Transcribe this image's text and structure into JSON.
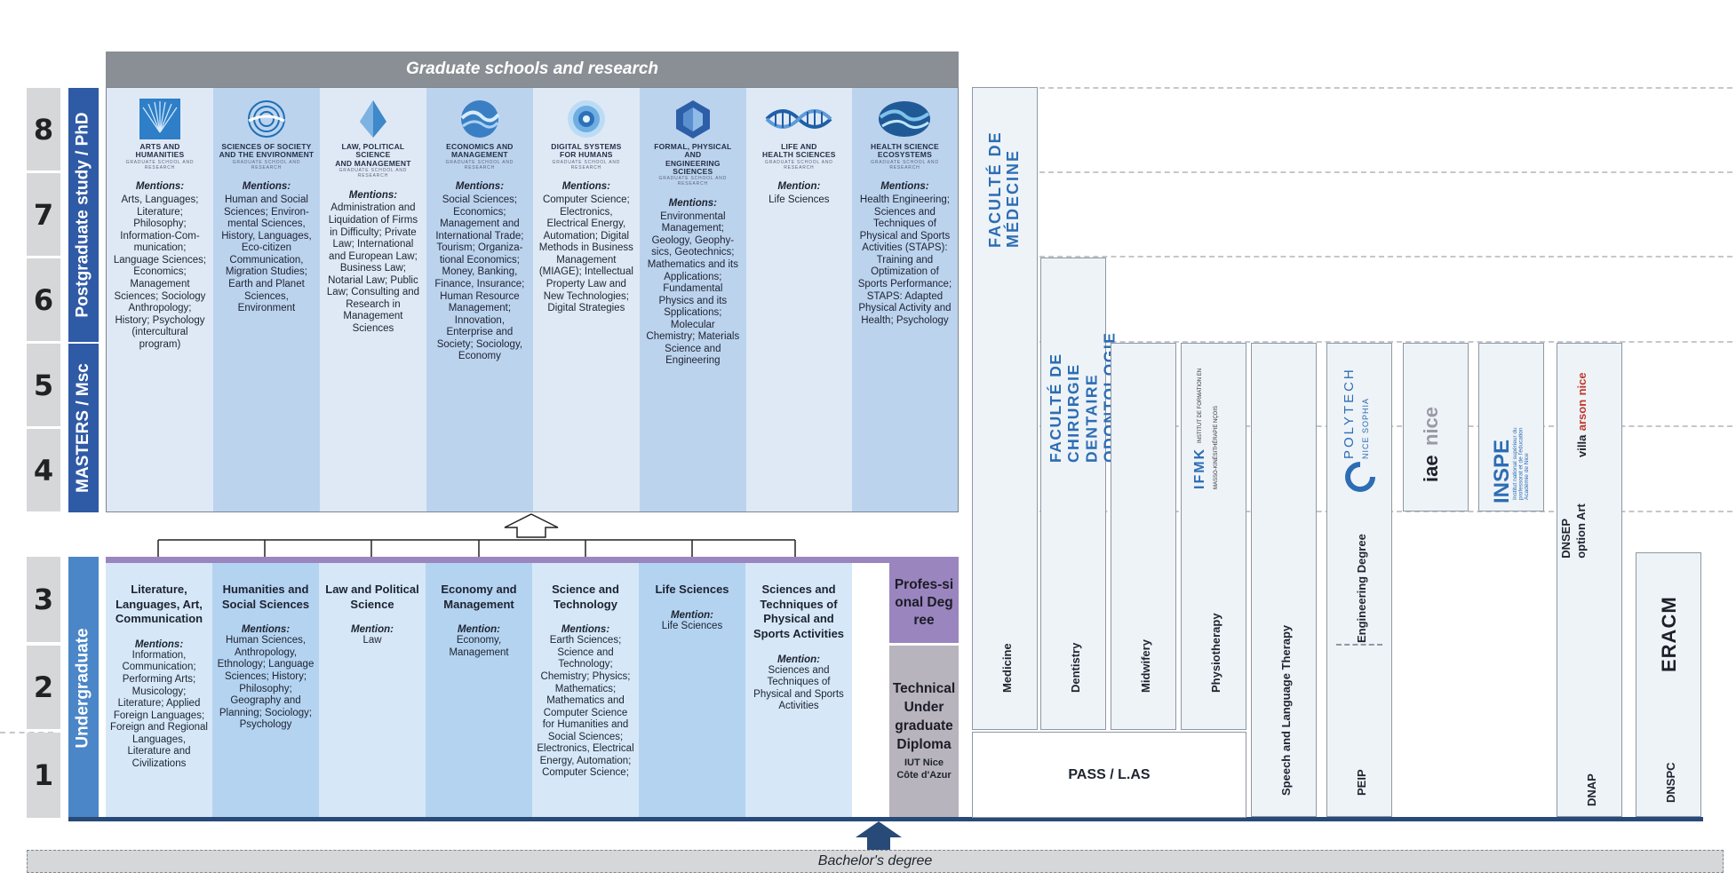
{
  "levels": [
    "8",
    "7",
    "6",
    "5",
    "4",
    "3",
    "2",
    "1"
  ],
  "bands": {
    "phd": "Postgraduate study / PhD",
    "masters": "MASTERS / Msc",
    "undergrad": "Undergraduate"
  },
  "graduate_header": "Graduate schools and research",
  "gs_tagline": "GRADUATE SCHOOL AND RESEARCH",
  "graduate_schools": [
    {
      "name_lines": [
        "ARTS AND",
        "HUMANITIES"
      ],
      "mentions_label": "Mentions:",
      "mentions": "Arts, Languages; Literature; Philosophy; Information-Com-munication; Language Sciences; Economics; Management Sciences; Sociology Anthropology; History; Psychology (intercultural program)"
    },
    {
      "name_lines": [
        "SCIENCES OF SOCIETY",
        "AND THE ENVIRONMENT"
      ],
      "mentions_label": "Mentions:",
      "mentions": "Human and Social Sciences; Environ-mental Sciences, History, Languages, Eco-citizen Communication, Migration Studies; Earth and Planet Sciences, Environment"
    },
    {
      "name_lines": [
        "LAW, POLITICAL SCIENCE",
        "AND MANAGEMENT"
      ],
      "mentions_label": "Mentions:",
      "mentions": "Administration and Liquidation of Firms in Difficulty; Private Law; International and European Law; Business Law; Notarial Law; Public Law; Consulting and Research in Management Sciences"
    },
    {
      "name_lines": [
        "ECONOMICS AND",
        "MANAGEMENT"
      ],
      "mentions_label": "Mentions:",
      "mentions": "Social Sciences; Economics; Management and International Trade; Tourism; Organiza-tional Economics; Money, Banking, Finance, Insurance; Human Resource Management; Innovation, Enterprise and Society; Sociology, Economy"
    },
    {
      "name_lines": [
        "DIGITAL SYSTEMS",
        "FOR HUMANS"
      ],
      "mentions_label": "Mentions:",
      "mentions": "Computer Science; Electronics, Electrical Energy, Automation; Digital Methods in Business Management (MIAGE); Intellectual Property Law and New Technologies; Digital Strategies"
    },
    {
      "name_lines": [
        "FORMAL, PHYSICAL AND",
        "ENGINEERING SCIENCES"
      ],
      "mentions_label": "Mentions:",
      "mentions": "Environmental Management; Geology, Geophy-sics, Geotechnics; Mathematics and its Applications; Fundamental Physics and its Spplications; Molecular Chemistry; Materials Science and Engineering"
    },
    {
      "name_lines": [
        "LIFE AND",
        "HEALTH SCIENCES"
      ],
      "mentions_label": "Mention:",
      "mentions": "Life Sciences"
    },
    {
      "name_lines": [
        "HEALTH SCIENCE",
        "ECOSYSTEMS"
      ],
      "mentions_label": "Mentions:",
      "mentions": "Health Engineering; Sciences and Techniques of Physical and Sports Activities (STAPS): Training and Optimization of Sports Performance; STAPS: Adapted Physical Activity and Health; Psychology"
    }
  ],
  "undergrad_programs": [
    {
      "title": "Literature, Languages, Art, Communication",
      "mentions_label": "Mentions:",
      "mentions": "Information, Communication; Performing Arts; Musicology; Literature; Applied Foreign Languages; Foreign and Regional Languages, Literature and Civilizations"
    },
    {
      "title": "Humanities and Social Sciences",
      "mentions_label": "Mentions:",
      "mentions": "Human Sciences, Anthropology, Ethnology; Language Sciences; History; Philosophy; Geography and Planning; Sociology; Psychology"
    },
    {
      "title": "Law and Political Science",
      "mentions_label": "Mention:",
      "mentions": "Law"
    },
    {
      "title": "Economy and Management",
      "mentions_label": "Mention:",
      "mentions": "Economy, Management"
    },
    {
      "title": "Science and Technology",
      "mentions_label": "Mentions:",
      "mentions": "Earth Sciences; Science and Technology; Chemistry; Physics; Mathematics; Mathematics and Computer Science for Humanities and Social Sciences; Electronics, Electrical Energy, Automation; Computer Science;"
    },
    {
      "title": "Life Sciences",
      "mentions_label": "Mention:",
      "mentions": "Life Sciences"
    },
    {
      "title": "Sciences and Techniques of Physical and Sports Activities",
      "mentions_label": "Mention:",
      "mentions": "Sciences and Techniques of Physical and Sports Activities"
    }
  ],
  "professional_degree": "Profes-sional Degree",
  "technical_diploma": {
    "title": "Technical Under graduate Diploma",
    "sub": "IUT Nice Côte d'Azur"
  },
  "faculties": {
    "medecine": "FACULTÉ DE MÉDECINE",
    "dentaire": "FACULTÉ DE CHIRURGIE DENTAIRE ODONTOLOGIE",
    "ifmk_title": "IFMK",
    "ifmk_sub": "INSTITUT DE FORMATION EN MASSO-KINÉSITHÉRAPIE NÇOIS"
  },
  "program_labels": {
    "medicine": "Medicine",
    "dentistry": "Dentistry",
    "midwifery": "Midwifery",
    "physiotherapy": "Physiotherapy",
    "speech": "Speech and Language Therapy",
    "engineering": "Engineering Degree",
    "peip": "PEIP",
    "dnsep": "DNSEP option Art",
    "dnap": "DNAP",
    "dnspc": "DNSPC",
    "pass": "PASS / L.AS"
  },
  "logos": {
    "polytech": "POLYTECH",
    "polytech_sub": "NICE SOPHIA",
    "iae": "iae",
    "nice": "nice",
    "inspe": "INSPE",
    "inspe_sub": "Institut national supérieur du professorat et de l'éducation Académie de Nice",
    "villa": "villa",
    "arson": "arson",
    "eracm": "ERACM"
  },
  "bachelor_label": "Bachelor's degree",
  "colors": {
    "band_blue": "#2f5aa6",
    "band_light": "#4a86c8",
    "gs_light": "#dfe9f6",
    "gs_mid": "#bcd3ee",
    "ug_light": "#d6e8f7",
    "ug_mid": "#b4d3f0",
    "prof_purple": "#9a85bf",
    "tech_grey": "#b7b4bd",
    "arrow_navy": "#284a78"
  }
}
